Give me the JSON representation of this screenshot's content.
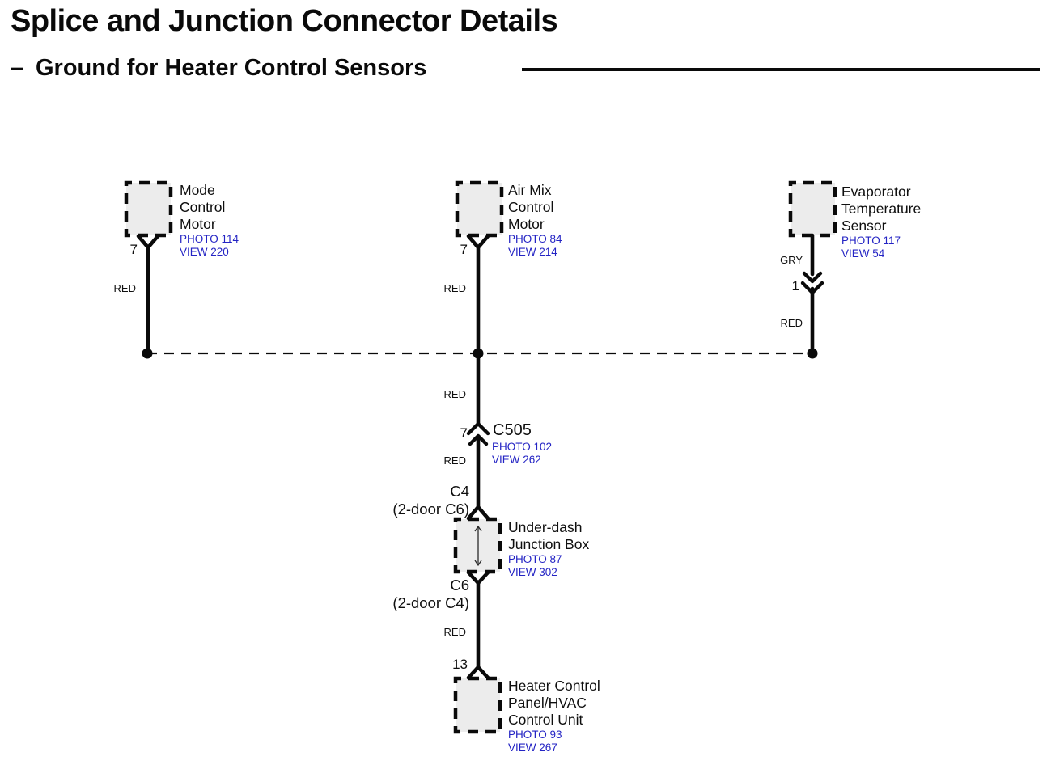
{
  "header": {
    "title": "Splice and Junction Connector Details",
    "subtitle_dash": "–",
    "subtitle": "Ground for Heater Control Sensors"
  },
  "colors": {
    "link_blue": "#2424c4",
    "box_fill": "#ececec",
    "line_black": "#0f0f0f"
  },
  "components": {
    "mode_motor": {
      "line1": "Mode",
      "line2": "Control",
      "line3": "Motor",
      "photo": "PHOTO 114",
      "view": "VIEW 220",
      "pin": "7",
      "wire": "RED"
    },
    "air_mix_motor": {
      "line1": "Air Mix",
      "line2": "Control",
      "line3": "Motor",
      "photo": "PHOTO 84",
      "view": "VIEW 214",
      "pin": "7",
      "wire": "RED"
    },
    "evap_sensor": {
      "line1": "Evaporator",
      "line2": "Temperature",
      "line3": "Sensor",
      "photo": "PHOTO 117",
      "view": "VIEW 54",
      "wire_top": "GRY",
      "pin": "1",
      "wire_bottom": "RED"
    },
    "c505": {
      "wire_top": "RED",
      "pin": "7",
      "label": "C505",
      "photo": "PHOTO 102",
      "view": "VIEW 262",
      "wire_bottom": "RED"
    },
    "junction_box": {
      "top_conn": "C4",
      "top_conn_alt": "(2-door C6)",
      "line1": "Under-dash",
      "line2": "Junction Box",
      "photo": "PHOTO 87",
      "view": "VIEW 302",
      "bottom_conn": "C6",
      "bottom_conn_alt": "(2-door C4)"
    },
    "hvac_unit": {
      "wire": "RED",
      "pin": "13",
      "line1": "Heater Control",
      "line2": "Panel/HVAC",
      "line3": "Control Unit",
      "photo": "PHOTO 93",
      "view": "VIEW 267"
    }
  }
}
